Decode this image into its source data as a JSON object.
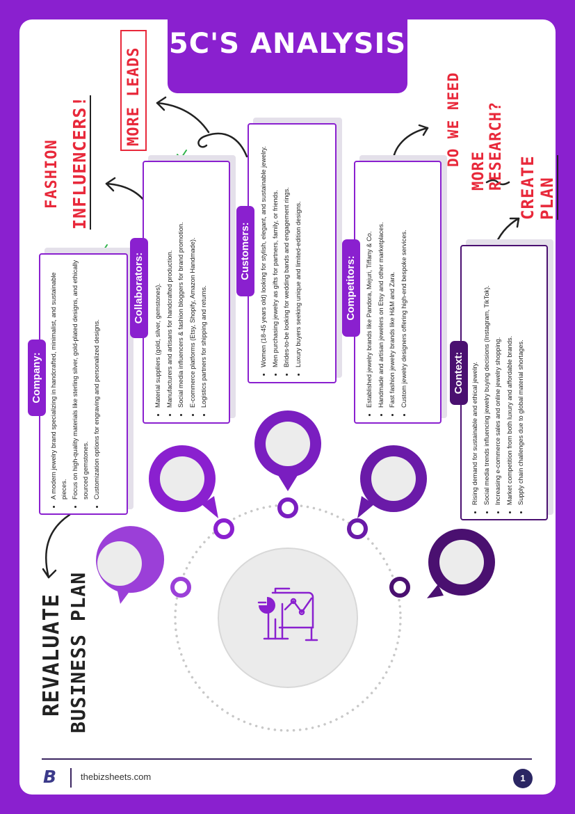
{
  "title": "5C'S ANALYSIS",
  "colors": {
    "primary": "#8a20cf",
    "dark": "#4a1070",
    "highlight": "#fff34a",
    "red": "#e8283a"
  },
  "sections": {
    "company": {
      "label": "Company:",
      "items": [
        "A modern jewelry brand specializing in handcrafted, minimalist, and sustainable pieces.",
        "Focus on high-quality materials like sterling silver, gold-plated designs, and ethically sourced gemstones.",
        "Customization options for engraving and personalized designs."
      ]
    },
    "collaborators": {
      "label": "Collaborators:",
      "items": [
        "Material suppliers (gold, silver, gemstones).",
        "Manufacturers and artisans for handcrafted production.",
        "Social media influencers & fashion bloggers for brand promotion.",
        "E-commerce platforms (Etsy, Shopify, Amazon Handmade).",
        "Logistics partners for shipping and returns."
      ]
    },
    "customers": {
      "label": "Customers:",
      "items": [
        "Women (18-45 years old) looking for stylish, elegant, and sustainable jewelry.",
        "Men purchasing jewelry as gifts for partners, family, or friends.",
        "Brides-to-be looking for wedding bands and engagement rings.",
        "Luxury buyers seeking unique and limited-edition designs."
      ]
    },
    "competitors": {
      "label": "Competitors:",
      "items": [
        "Established jewelry brands like Pandora, Mejuri, Tiffany & Co.",
        "Handmade and artisan jewelers on Etsy and other marketplaces.",
        "Fast fashion jewelry brands like H&M and Zara.",
        "Custom jewelry designers offering high-end bespoke services."
      ]
    },
    "context": {
      "label": "Context:",
      "items": [
        "Rising demand for sustainable and ethical jewelry.",
        "Social media trends influencing jewelry buying decisions (Instagram, TikTok).",
        "Increasing e-commerce sales and online jewelry shopping.",
        "Market competition from both luxury and affordable brands.",
        "Supply chain challenges due to global material shortages."
      ]
    }
  },
  "notes": {
    "more_leads": "MORE LEADS",
    "fashion": "FASHION",
    "influencers": "INFLUENCERS!",
    "do_we_need": "DO WE NEED",
    "more_research": "MORE RESEARCH?",
    "create_plan": "CREATE PLAN",
    "revaluate": "REVALUATE",
    "business_plan": "BUSINESS PLAN"
  },
  "footer": {
    "logo": "B",
    "site": "thebizsheets.com",
    "page": "1"
  }
}
